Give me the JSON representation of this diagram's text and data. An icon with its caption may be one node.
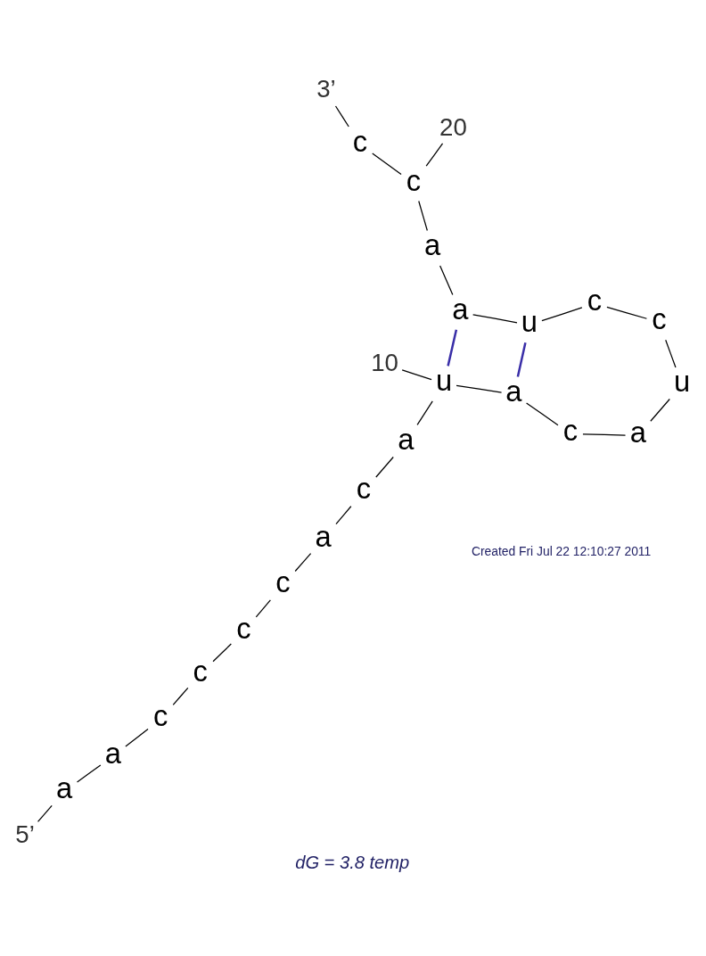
{
  "diagram": {
    "caption": "dG = 3.8 temp",
    "nodes": [
      {
        "text": [
          "a"
        ]
      },
      {
        "text": [
          "a"
        ]
      },
      {
        "text": [
          "c"
        ]
      },
      {
        "text": [
          "c"
        ]
      },
      {
        "text": [
          "c"
        ]
      },
      {
        "text": [
          "c"
        ]
      },
      {
        "text": [
          "a"
        ]
      },
      {
        "text": [
          "c"
        ]
      },
      {
        "text": [
          "a"
        ]
      },
      {
        "text": [
          "u"
        ]
      },
      {
        "text": [
          "a"
        ]
      },
      {
        "text": [
          "c"
        ]
      },
      {
        "text": [
          "a"
        ]
      },
      {
        "text": [
          "u"
        ]
      },
      {
        "text": [
          "c"
        ]
      },
      {
        "text": [
          "c"
        ]
      },
      {
        "text": [
          "u"
        ]
      },
      {
        "text": [
          "a"
        ]
      },
      {
        "text": [
          "a"
        ]
      },
      {
        "text": [
          "c"
        ]
      },
      {
        "text": [
          "c"
        ]
      },
      {
        "text": [
          "5’"
        ]
      },
      {
        "text": [
          "10"
        ]
      },
      {
        "text": [
          "20"
        ]
      },
      {
        "text": [
          "3’"
        ]
      }
    ],
    "edges": [
      {
        "from": 0,
        "to": 1,
        "arrow": "none"
      },
      {
        "from": 1,
        "to": 2,
        "arrow": "none"
      },
      {
        "from": 2,
        "to": 3,
        "arrow": "none"
      },
      {
        "from": 3,
        "to": 4,
        "arrow": "none"
      },
      {
        "from": 4,
        "to": 5,
        "arrow": "none"
      },
      {
        "from": 5,
        "to": 6,
        "arrow": "none"
      },
      {
        "from": 6,
        "to": 7,
        "arrow": "none"
      },
      {
        "from": 7,
        "to": 8,
        "arrow": "none"
      },
      {
        "from": 8,
        "to": 9,
        "arrow": "none"
      },
      {
        "from": 9,
        "to": 10,
        "arrow": "none"
      },
      {
        "from": 10,
        "to": 11,
        "arrow": "none"
      },
      {
        "from": 11,
        "to": 12,
        "arrow": "none"
      },
      {
        "from": 12,
        "to": 13,
        "arrow": "none"
      },
      {
        "from": 13,
        "to": 14,
        "arrow": "none"
      },
      {
        "from": 14,
        "to": 15,
        "arrow": "none"
      },
      {
        "from": 15,
        "to": 16,
        "arrow": "none"
      },
      {
        "from": 16,
        "to": 17,
        "arrow": "none"
      },
      {
        "from": 17,
        "to": 18,
        "arrow": "none"
      },
      {
        "from": 18,
        "to": 19,
        "arrow": "none"
      },
      {
        "from": 19,
        "to": 20,
        "arrow": "none"
      },
      {
        "from": 9,
        "to": 17,
        "arrow": "none",
        "color": "#3a2fa8"
      },
      {
        "from": 10,
        "to": 16,
        "arrow": "none",
        "color": "#3a2fa8"
      },
      {
        "from": 21,
        "to": 0,
        "arrow": "none"
      },
      {
        "from": 22,
        "to": 9,
        "arrow": "none"
      },
      {
        "from": 23,
        "to": 19,
        "arrow": "none"
      },
      {
        "from": 24,
        "to": 20,
        "arrow": "none"
      }
    ],
    "labels": [
      "Created Fri Jul 22 12:10:27 2011"
    ]
  }
}
